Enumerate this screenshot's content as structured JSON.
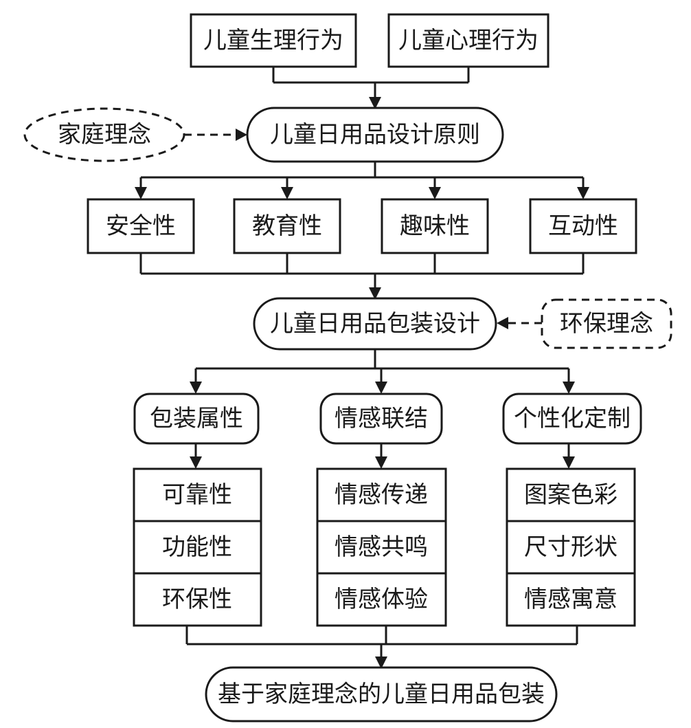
{
  "diagram": {
    "nodes": {
      "child_physio_behavior": "儿童生理行为",
      "child_psych_behavior": "儿童心理行为",
      "family_concept": "家庭理念",
      "design_principles": "儿童日用品设计原则",
      "safety": "安全性",
      "education": "教育性",
      "fun": "趣味性",
      "interactivity": "互动性",
      "packaging_design": "儿童日用品包装设计",
      "eco_concept": "环保理念",
      "packaging_attributes": "包装属性",
      "emotional_connection": "情感联结",
      "personalization": "个性化定制",
      "reliability": "可靠性",
      "functionality": "功能性",
      "eco_friendliness": "环保性",
      "emotion_transfer": "情感传递",
      "emotion_resonance": "情感共鸣",
      "emotion_experience": "情感体验",
      "pattern_color": "图案色彩",
      "size_shape": "尺寸形状",
      "emotion_meaning": "情感寓意",
      "final_packaging": "基于家庭理念的儿童日用品包装"
    }
  }
}
